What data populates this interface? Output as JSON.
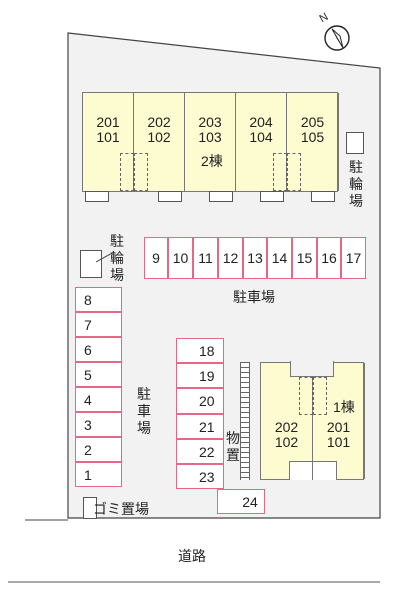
{
  "north_label": "N",
  "building2": {
    "name": "2棟",
    "units": [
      {
        "upper": "201",
        "lower": "101"
      },
      {
        "upper": "202",
        "lower": "102"
      },
      {
        "upper": "203",
        "lower": "103"
      },
      {
        "upper": "204",
        "lower": "104"
      },
      {
        "upper": "205",
        "lower": "105"
      }
    ]
  },
  "building1": {
    "name": "1棟",
    "units": [
      {
        "upper": "202",
        "lower": "102"
      },
      {
        "upper": "201",
        "lower": "101"
      }
    ]
  },
  "bike_parking_label": "駐輪場",
  "parking_label": "駐車場",
  "storage_label": "物置",
  "garbage_label": "ゴミ置場",
  "road_label": "道路",
  "parking_top_row": [
    "9",
    "10",
    "11",
    "12",
    "13",
    "14",
    "15",
    "16",
    "17"
  ],
  "parking_left_col": [
    "8",
    "7",
    "6",
    "5",
    "4",
    "3",
    "2",
    "1"
  ],
  "parking_mid_col": [
    "18",
    "19",
    "20",
    "21",
    "22",
    "23"
  ],
  "parking_extra": "24",
  "colors": {
    "building_fill": "#fdfbd0",
    "parking_border": "#e36a86",
    "site_fill": "#f2f2f2",
    "outline": "#555555"
  }
}
